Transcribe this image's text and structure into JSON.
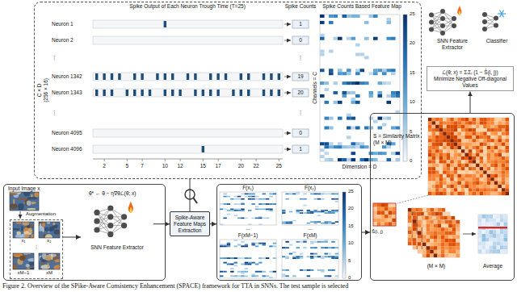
{
  "diagram": {
    "caption": "Figure 2. Overview of the SPike-Aware Consistency Enhancement (SPACE) framework for TTA in SNNs. The test sample is selected",
    "nodes": [
      {
        "text": [
          "Spike Output of Each Neuron Trough Time (T=25)",
          "Spike Counts",
          "Spike Counts Based Feature Map"
        ]
      },
      {
        "text": [
          "Input Image x"
        ]
      },
      {
        "text": [
          "x₁",
          "x₂",
          "⋮",
          "xM−1",
          "xM"
        ],
        "in": 1
      },
      {
        "text": [
          "SNN Feature Extractor"
        ],
        "in": 1
      },
      {
        "text": [
          "Spike-Aware Feature Maps Extraction"
        ]
      },
      {
        "text": [
          "F(x₁)",
          "F(x₂)",
          "...",
          "...",
          "F(xM−1)",
          "F(xM)"
        ]
      },
      {
        "text": [
          "S = Similarity Matrix (M × M)"
        ]
      },
      {
        "text": [
          "ℒ(θ; x) = ΣᵢΣⱼ (1 − Ŝ(i, j))",
          "Minimize Negative Off-diagonal Values"
        ]
      }
    ],
    "edges": [
      {
        "from": 2,
        "to": 3,
        "arrow": "to"
      },
      {
        "from": 3,
        "to": 4,
        "arrow": "to"
      },
      {
        "from": 4,
        "to": 0,
        "arrow": "none"
      },
      {
        "from": 4,
        "to": 5,
        "arrow": "to"
      },
      {
        "from": 5,
        "to": 6,
        "arrow": "to"
      },
      {
        "from": 6,
        "to": 7,
        "arrow": "to"
      }
    ],
    "labels": [
      "C × D",
      "(256 × 16)",
      "Neuron 1",
      "Neuron 2",
      "⋮",
      "Neuron 1342",
      "Neuron 1343",
      "⋮",
      "Neuron 4095",
      "Neuron 4096",
      "1",
      "0",
      "⋮",
      "19",
      "20",
      "⋮",
      "0",
      "1",
      "2",
      "5",
      "7",
      "10",
      "12",
      "15",
      "17",
      "20",
      "22",
      "25",
      "Channels = C",
      "Dimension = D",
      "25",
      "20",
      "15",
      "10",
      "5",
      "0",
      "SNN Feature Extractor",
      "Classifier",
      "θ* ← θ − η∇θℒ(θ; x)",
      "Augmentation",
      "25",
      "20",
      "15",
      "10",
      "5",
      "0",
      "Ŝ(i, j)",
      "(M × M)",
      "Average"
    ]
  }
}
